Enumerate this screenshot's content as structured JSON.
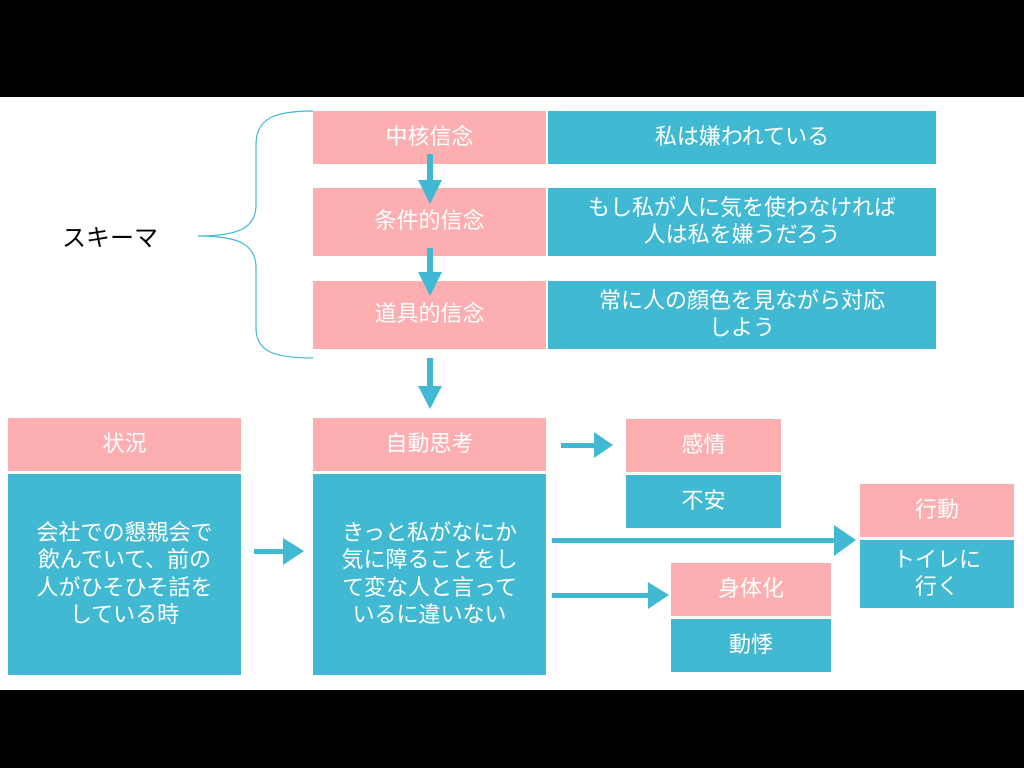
{
  "colors": {
    "header": "#fdaeb0",
    "body": "#42b9d2",
    "arrow": "#42b9d2",
    "text": "#ffffff"
  },
  "schema": {
    "label": "スキーマ",
    "core_belief": {
      "header": "中核信念",
      "content": "私は嫌われている"
    },
    "conditional_belief": {
      "header": "条件的信念",
      "content_lines": [
        "もし私が人に気を使わなければ",
        "人は私を嫌うだろう"
      ]
    },
    "instrumental_belief": {
      "header": "道具的信念",
      "content_lines": [
        "常に人の顔色を見ながら対応",
        "しよう"
      ]
    }
  },
  "situation": {
    "header": "状況",
    "content_lines": [
      "会社での懇親会で",
      "飲んでいて、前の",
      "人がひそひそ話を",
      "している時"
    ]
  },
  "automatic_thought": {
    "header": "自動思考",
    "content_lines": [
      "きっと私がなにか",
      "気に障ることをし",
      "て変な人と言って",
      "いるに違いない"
    ]
  },
  "emotion": {
    "header": "感情",
    "content": "不安"
  },
  "somatization": {
    "header": "身体化",
    "content": "動悸"
  },
  "behavior": {
    "header": "行動",
    "content_lines": [
      "トイレに",
      "行く"
    ]
  }
}
